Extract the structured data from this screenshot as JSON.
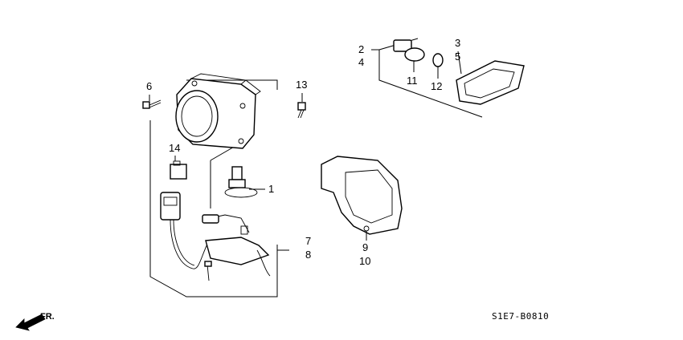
{
  "callouts": {
    "c1": "1",
    "c2": "2",
    "c3": "3",
    "c4": "4",
    "c5": "5",
    "c6": "6",
    "c7": "7",
    "c8": "8",
    "c9": "9",
    "c10": "10",
    "c11": "11",
    "c12": "12",
    "c13": "13",
    "c14": "14"
  },
  "direction_label": "FR.",
  "diagram_code": "S1E7-B0810"
}
